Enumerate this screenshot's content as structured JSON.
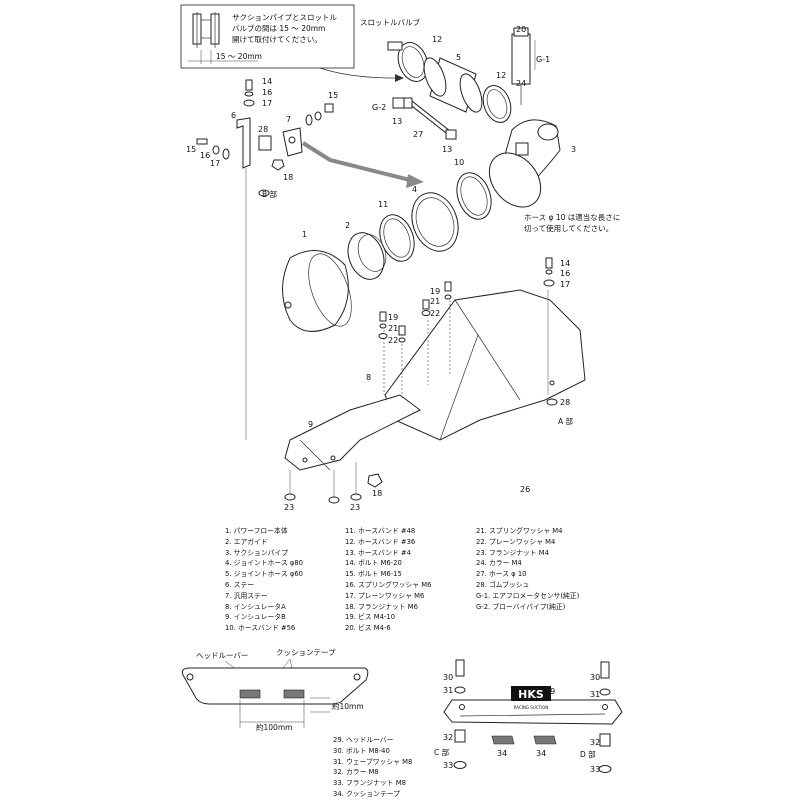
{
  "note_box": {
    "text": [
      "サクションパイプとスロットル",
      "バルブの間は 15 ～ 20mm",
      "開けて取付けてください。"
    ],
    "dimension": "15 ～ 20mm"
  },
  "throttle_label": "スロットルバルブ",
  "hose_note": [
    "ホース φ 10 は適当な長さに",
    "切って使用してください。"
  ],
  "section_labels": {
    "b": "B 部",
    "a": "A 部",
    "c": "C 部",
    "d": "D 部"
  },
  "callouts": [
    "1",
    "2",
    "3",
    "4",
    "5",
    "6",
    "7",
    "8",
    "9",
    "10",
    "11",
    "12",
    "12",
    "13",
    "13",
    "14",
    "14",
    "15",
    "15",
    "16",
    "16",
    "16",
    "17",
    "17",
    "17",
    "18",
    "18",
    "19",
    "19",
    "20",
    "21",
    "21",
    "22",
    "22",
    "23",
    "23",
    "24",
    "26",
    "27",
    "28",
    "28",
    "29",
    "30",
    "30",
    "31",
    "31",
    "32",
    "32",
    "33",
    "33",
    "34",
    "34",
    "G-1",
    "G-2"
  ],
  "legend_col1": [
    "1. パワーフロー本体",
    "2. エアガイド",
    "3. サクションパイプ",
    "4. ジョイントホース φ80",
    "5. ジョイントホース φ60",
    "6. ステー",
    "7. 汎用ステー",
    "8. インシュレータA",
    "9. インシュレータB",
    "10. ホースバンド #56"
  ],
  "legend_col2": [
    "11. ホースバンド #48",
    "12. ホースバンド #36",
    "13. ホースバンド #4",
    "14. ボルト M6-20",
    "15. ボルト M6-15",
    "16. スプリングワッシャ M6",
    "17. プレーンワッシャ M6",
    "18. フランジナット M6",
    "19. ビス M4-10",
    "20. ビス M4-6"
  ],
  "legend_col3": [
    "21. スプリングワッシャ M4",
    "22. プレーンワッシャ M4",
    "23. フランジナット M4",
    "24. カラー M4",
    "27. ホース φ 10",
    "28. ゴムブッシュ",
    "G-1. エアフロメータセンサ(純正)",
    "G-2. ブローバイパイプ(純正)"
  ],
  "head_louver": {
    "title": "ヘッドルーバー",
    "cushion_tape": "クッションテープ",
    "width_dim": "約100mm",
    "height_dim": "約10mm"
  },
  "legend_bottom": [
    "29. ヘッドルーバー",
    "30. ボルト M8-40",
    "31. ウェーブワッシャ M8",
    "32. カラー M8",
    "33. フランジナット M8",
    "34. クッションテープ"
  ],
  "badge": {
    "logo": "HKS",
    "sub": "RACING SUCTION"
  }
}
